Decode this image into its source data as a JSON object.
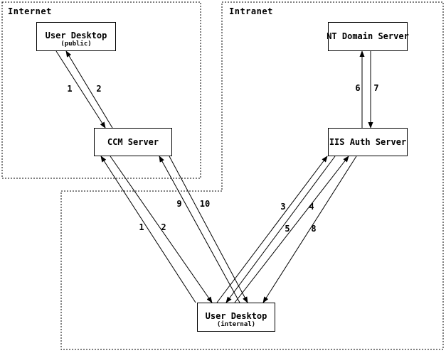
{
  "diagram": {
    "zones": [
      {
        "label": "Internet"
      },
      {
        "label": "Intranet"
      }
    ],
    "nodes": [
      {
        "id": "user-desktop-public",
        "title": "User Desktop",
        "subtitle": "(public)",
        "zone": "Internet"
      },
      {
        "id": "ccm-server",
        "title": "CCM Server",
        "zone": "Internet"
      },
      {
        "id": "nt-domain-server",
        "title": "NT Domain Server",
        "zone": "Intranet"
      },
      {
        "id": "iis-auth-server",
        "title": "IIS Auth Server",
        "zone": "Intranet"
      },
      {
        "id": "user-desktop-internal",
        "title": "User Desktop",
        "subtitle": "(internal)",
        "zone": "Intranet"
      }
    ],
    "edges": [
      {
        "label": "1",
        "from": "user-desktop-public",
        "to": "ccm-server"
      },
      {
        "label": "2",
        "from": "ccm-server",
        "to": "user-desktop-public"
      },
      {
        "label": "1",
        "from": "user-desktop-internal",
        "to": "ccm-server"
      },
      {
        "label": "2",
        "from": "ccm-server",
        "to": "user-desktop-internal"
      },
      {
        "label": "9",
        "from": "user-desktop-internal",
        "to": "ccm-server"
      },
      {
        "label": "10",
        "from": "ccm-server",
        "to": "user-desktop-internal"
      },
      {
        "label": "3",
        "from": "user-desktop-internal",
        "to": "iis-auth-server"
      },
      {
        "label": "4",
        "from": "iis-auth-server",
        "to": "user-desktop-internal"
      },
      {
        "label": "5",
        "from": "user-desktop-internal",
        "to": "iis-auth-server"
      },
      {
        "label": "8",
        "from": "iis-auth-server",
        "to": "user-desktop-internal"
      },
      {
        "label": "6",
        "from": "iis-auth-server",
        "to": "nt-domain-server"
      },
      {
        "label": "7",
        "from": "nt-domain-server",
        "to": "iis-auth-server"
      }
    ],
    "colors": {
      "line": "#000000",
      "background": "#ffffff"
    }
  }
}
